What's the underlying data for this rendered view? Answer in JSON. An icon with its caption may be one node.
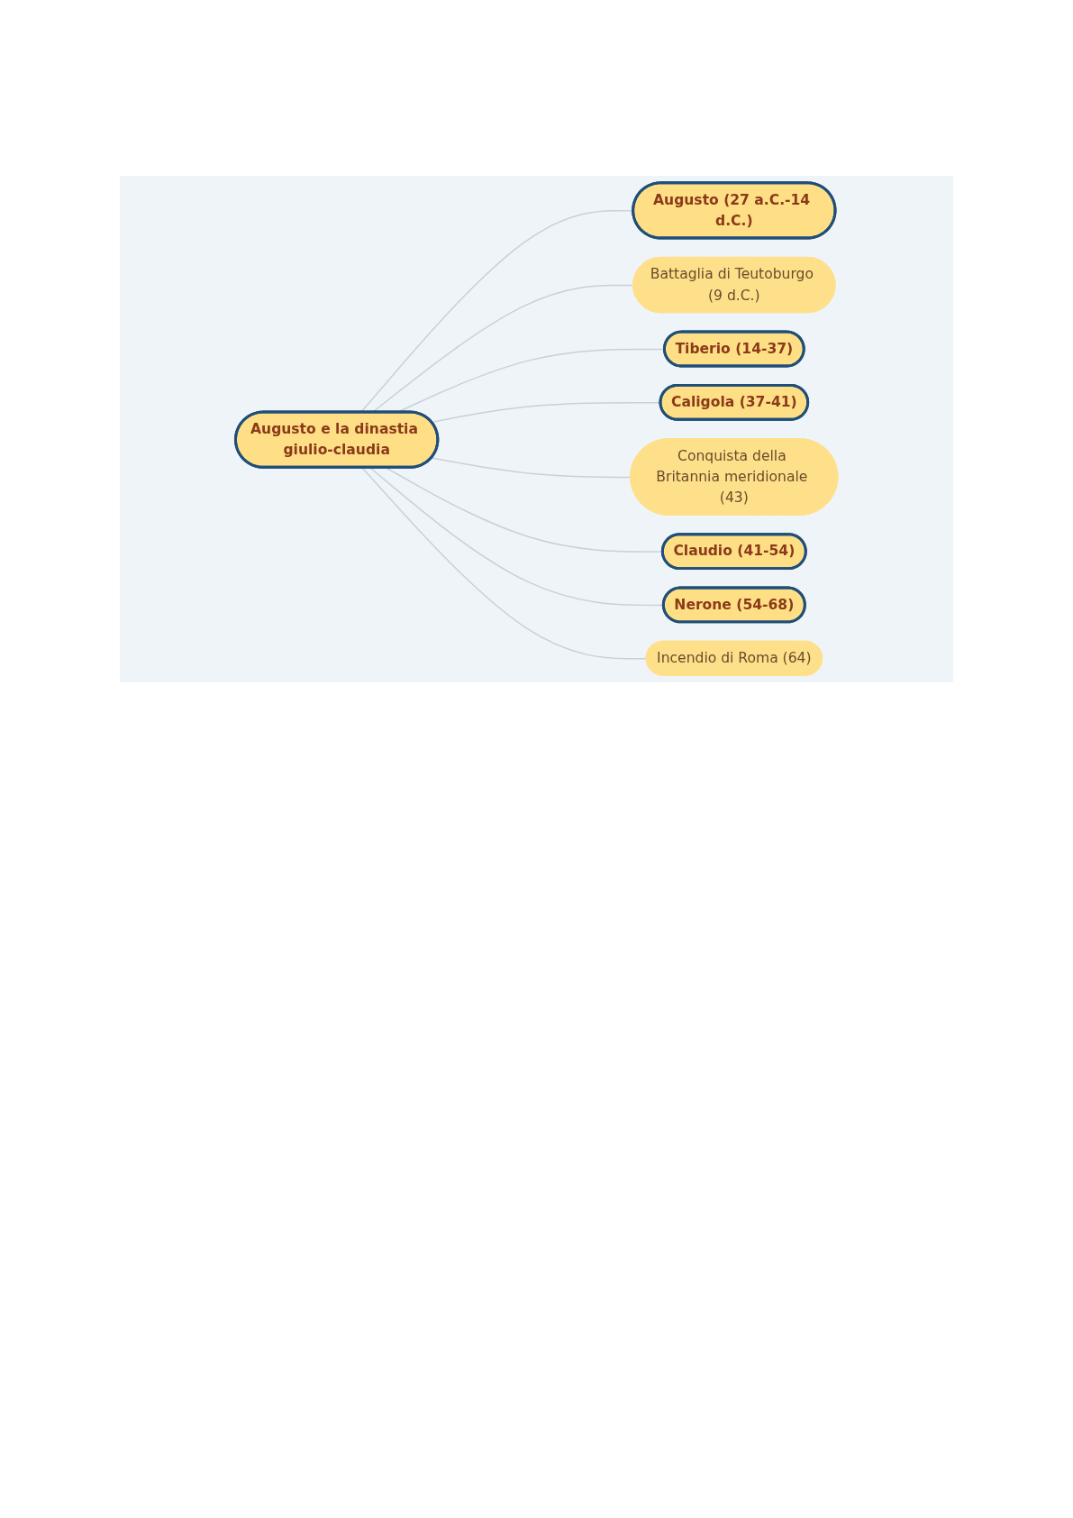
{
  "diagram": {
    "nodes": [
      {
        "text": [
          "Augusto e la dinastia giulio-claudia"
        ]
      },
      {
        "text": [
          "Augusto (27 a.C.-14 d.C.)"
        ]
      },
      {
        "text": [
          "Battaglia di Teutoburgo (9 d.C.)"
        ]
      },
      {
        "text": [
          "Tiberio (14-37)"
        ]
      },
      {
        "text": [
          "Caligola (37-41)"
        ]
      },
      {
        "text": [
          "Conquista della Britannia meridionale (43)"
        ]
      },
      {
        "text": [
          "Claudio (41-54)"
        ]
      },
      {
        "text": [
          "Nerone (54-68)"
        ]
      },
      {
        "text": [
          "Incendio di Roma (64)"
        ]
      }
    ],
    "edges": [
      {
        "from": 0,
        "to": 1,
        "arrow": "none"
      },
      {
        "from": 0,
        "to": 2,
        "arrow": "none"
      },
      {
        "from": 0,
        "to": 3,
        "arrow": "none"
      },
      {
        "from": 0,
        "to": 4,
        "arrow": "none"
      },
      {
        "from": 0,
        "to": 5,
        "arrow": "none"
      },
      {
        "from": 0,
        "to": 6,
        "arrow": "none"
      },
      {
        "from": 0,
        "to": 7,
        "arrow": "none"
      },
      {
        "from": 0,
        "to": 8,
        "arrow": "none"
      }
    ]
  }
}
